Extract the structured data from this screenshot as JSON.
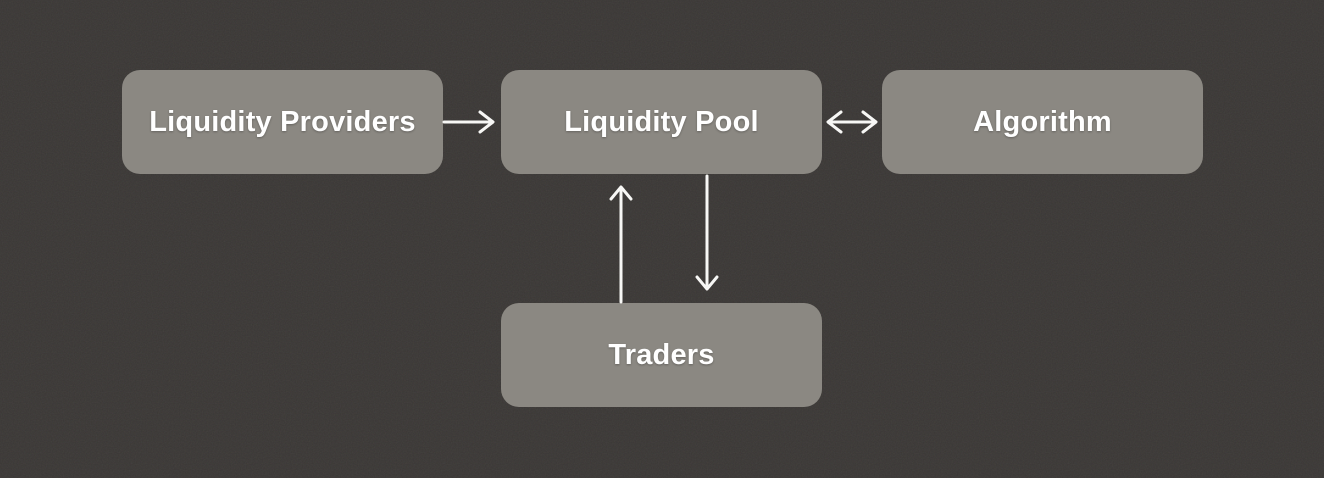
{
  "diagram": {
    "nodes": [
      {
        "id": "liquidity-providers",
        "label": "Liquidity Providers"
      },
      {
        "id": "liquidity-pool",
        "label": "Liquidity Pool"
      },
      {
        "id": "algorithm",
        "label": "Algorithm"
      },
      {
        "id": "traders",
        "label": "Traders"
      }
    ],
    "edges": [
      {
        "from": "liquidity-providers",
        "to": "liquidity-pool",
        "direction": "one-way-right"
      },
      {
        "from": "liquidity-pool",
        "to": "algorithm",
        "direction": "two-way"
      },
      {
        "from": "traders",
        "to": "liquidity-pool",
        "direction": "one-way-up"
      },
      {
        "from": "liquidity-pool",
        "to": "traders",
        "direction": "one-way-down"
      }
    ],
    "colors": {
      "background": "#3a3735",
      "node_fill": "#8b8882",
      "text": "#ffffff",
      "arrow": "#f7f7f5"
    }
  }
}
